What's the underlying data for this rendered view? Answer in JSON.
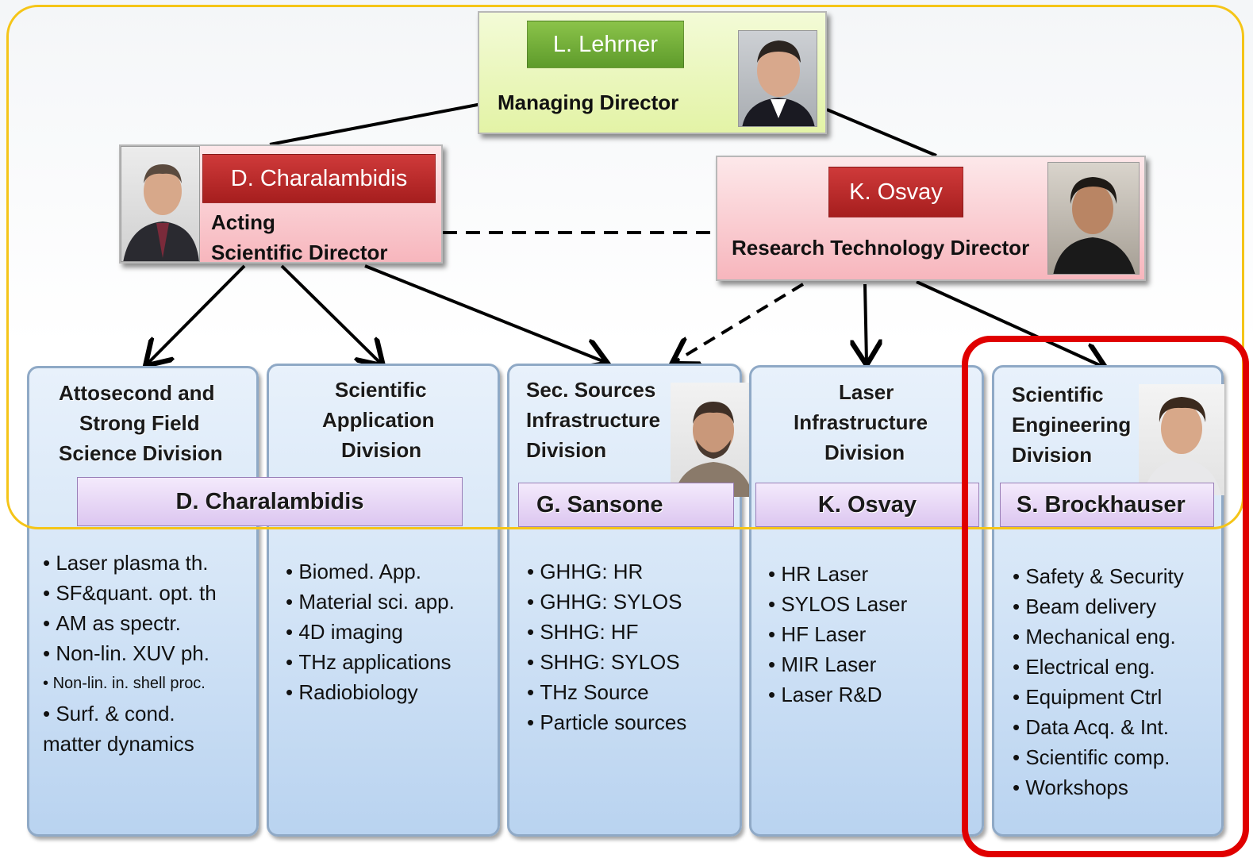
{
  "colors": {
    "yellow_outline": "#f5c518",
    "red_highlight": "#e00000",
    "managing_bg": "#e3f3a6",
    "director_bg": "#f7b6bd",
    "name_green": "#6aa832",
    "name_red": "#b82a2a",
    "division_bg": "#cfe0f5",
    "lead_bg": "#e4d2f4"
  },
  "managing": {
    "name": "L. Lehrner",
    "title": "Managing Director",
    "photo": "person-photo-icon"
  },
  "scientific": {
    "name": "D. Charalambidis",
    "title_line1": "Acting",
    "title_line2": "Scientific Director",
    "photo": "person-photo-icon"
  },
  "research": {
    "name": "K. Osvay",
    "title": "Research Technology Director",
    "photo": "person-photo-icon"
  },
  "divisions": [
    {
      "title": [
        "Attosecond and",
        "Strong Field",
        "Science Division"
      ],
      "lead": "D. Charalambidis",
      "items": [
        "Laser plasma th.",
        "SF&quant. opt. th",
        "AM as spectr.",
        "Non-lin. XUV ph.",
        "Non-lin. in. shell proc.",
        "Surf. & cond.",
        "matter dynamics"
      ]
    },
    {
      "title": [
        "Scientific",
        "Application",
        "Division"
      ],
      "items": [
        "Biomed. App.",
        "Material sci. app.",
        "4D imaging",
        "THz applications",
        "Radiobiology"
      ]
    },
    {
      "title": [
        "Sec. Sources",
        "Infrastructure",
        "Division"
      ],
      "lead": "G. Sansone",
      "items": [
        "GHHG: HR",
        "GHHG: SYLOS",
        "SHHG: HF",
        "SHHG: SYLOS",
        "THz Source",
        "Particle sources"
      ]
    },
    {
      "title": [
        "Laser",
        "Infrastructure",
        "Division"
      ],
      "lead": "K. Osvay",
      "items": [
        "HR Laser",
        "SYLOS Laser",
        "HF Laser",
        "MIR Laser",
        "Laser R&D"
      ]
    },
    {
      "title": [
        "Scientific",
        "Engineering",
        "Division"
      ],
      "lead": "S. Brockhauser",
      "items": [
        "Safety & Security",
        "Beam delivery",
        "Mechanical eng.",
        "Electrical eng.",
        "Equipment Ctrl",
        "Data Acq. & Int.",
        "Scientific comp.",
        "Workshops"
      ]
    }
  ]
}
